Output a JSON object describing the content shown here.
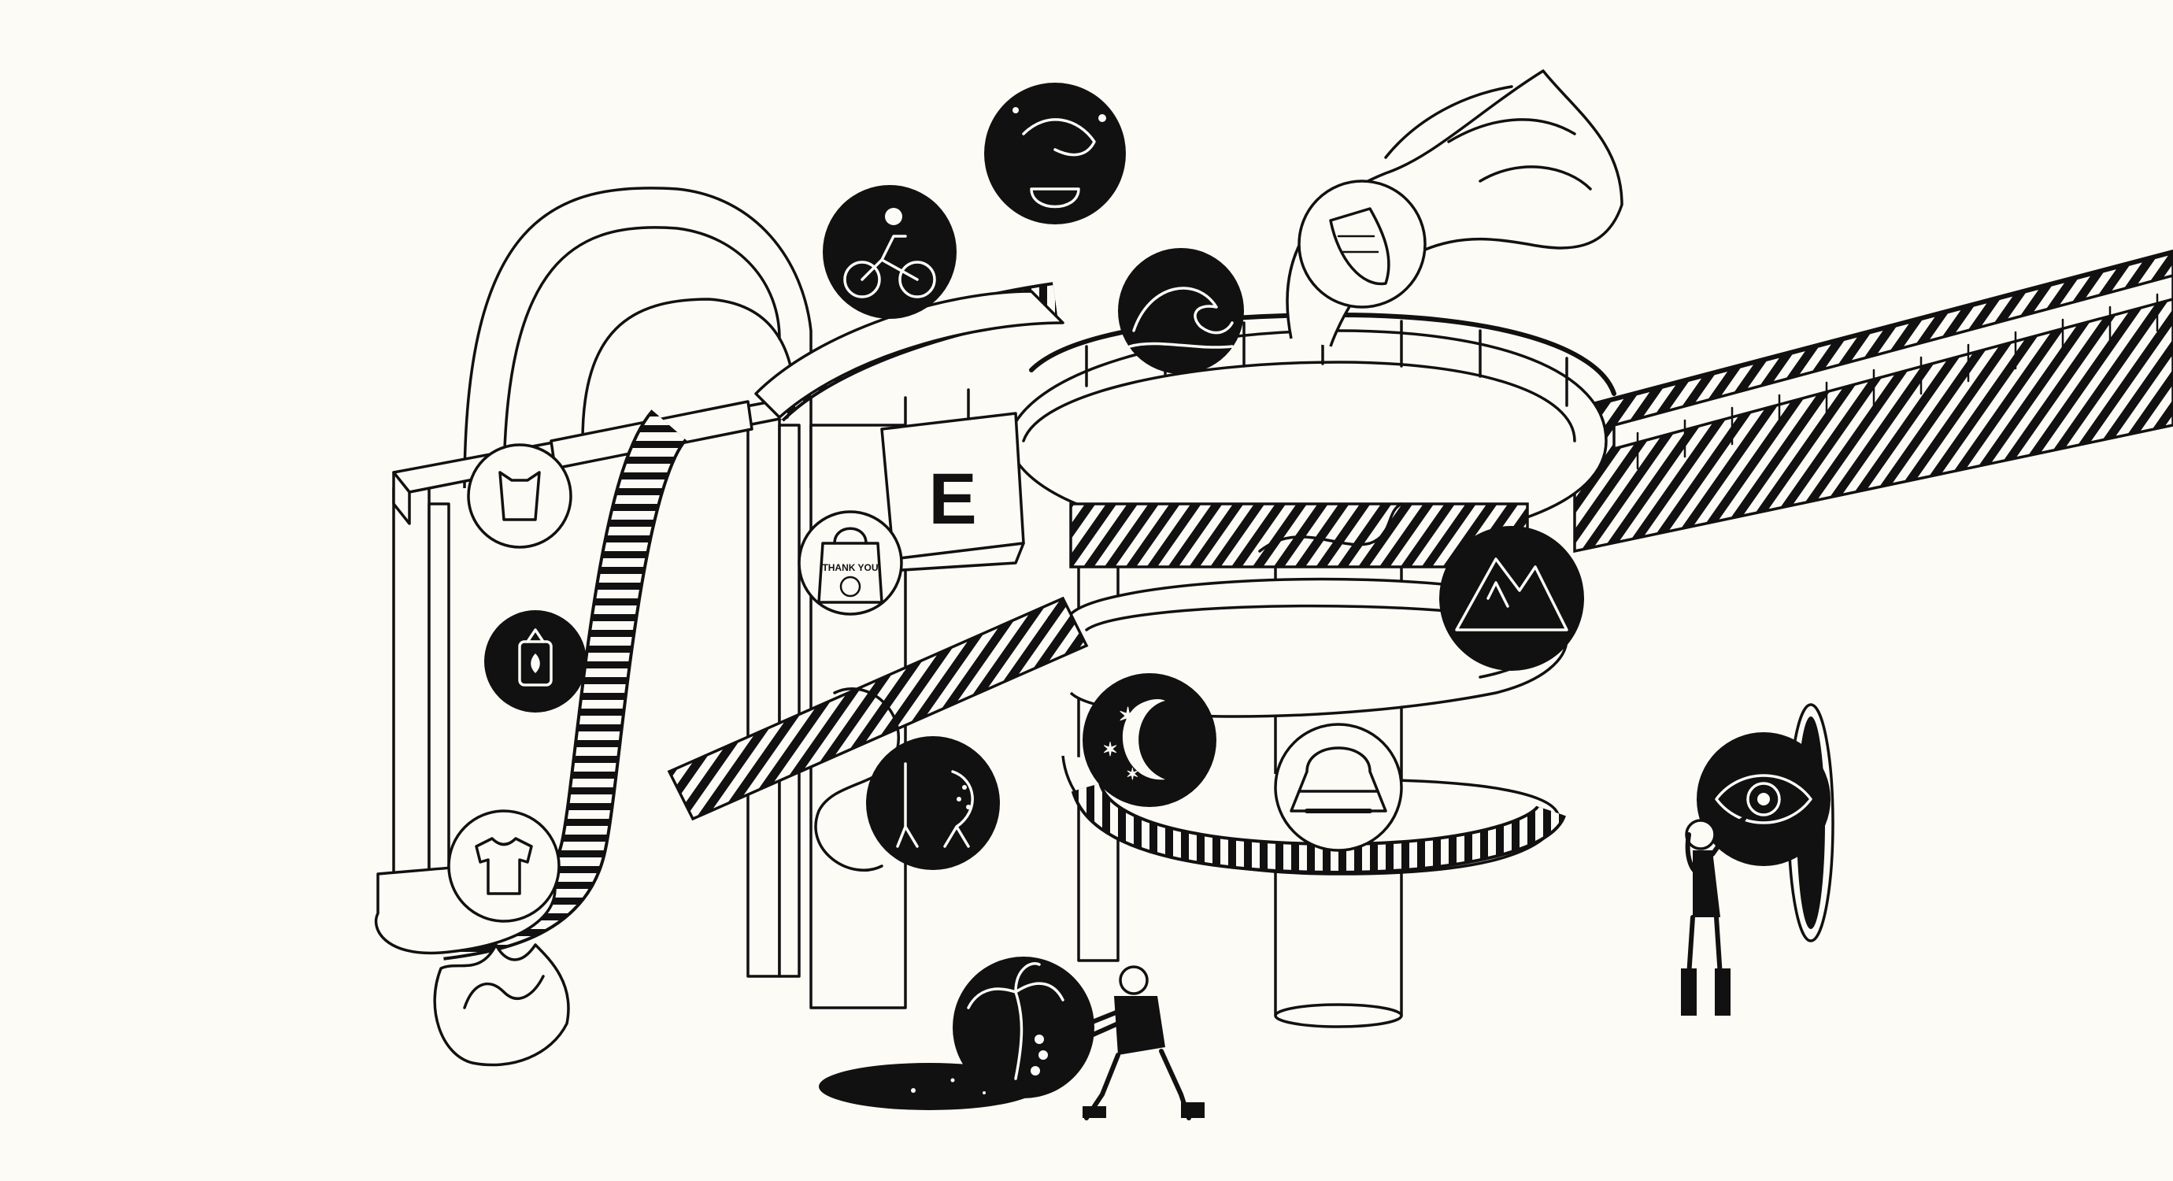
{
  "illustration": {
    "sign_letter": "E",
    "bag_text": "THANK YOU",
    "ink_color": "#111111",
    "paper_color": "#fdfbf6",
    "orbs": [
      {
        "id": "cyclist",
        "icon": "cyclist-icon"
      },
      {
        "id": "splash-hand",
        "icon": "hand-splash-icon"
      },
      {
        "id": "wave",
        "icon": "wave-icon"
      },
      {
        "id": "sneaker",
        "icon": "sneaker-icon"
      },
      {
        "id": "mountain",
        "icon": "mountain-icon"
      },
      {
        "id": "moon-stars",
        "icon": "moon-stars-icon"
      },
      {
        "id": "bucket-hat",
        "icon": "bucket-hat-icon"
      },
      {
        "id": "dancers",
        "icon": "dancers-icon"
      },
      {
        "id": "palm-tree",
        "icon": "palm-tree-icon"
      },
      {
        "id": "eye",
        "icon": "eye-icon"
      },
      {
        "id": "lantern",
        "icon": "lantern-icon"
      },
      {
        "id": "tank-top",
        "icon": "tank-top-icon"
      },
      {
        "id": "t-shirt",
        "icon": "t-shirt-icon"
      },
      {
        "id": "shopping-bag",
        "icon": "shopping-bag-icon"
      }
    ]
  }
}
